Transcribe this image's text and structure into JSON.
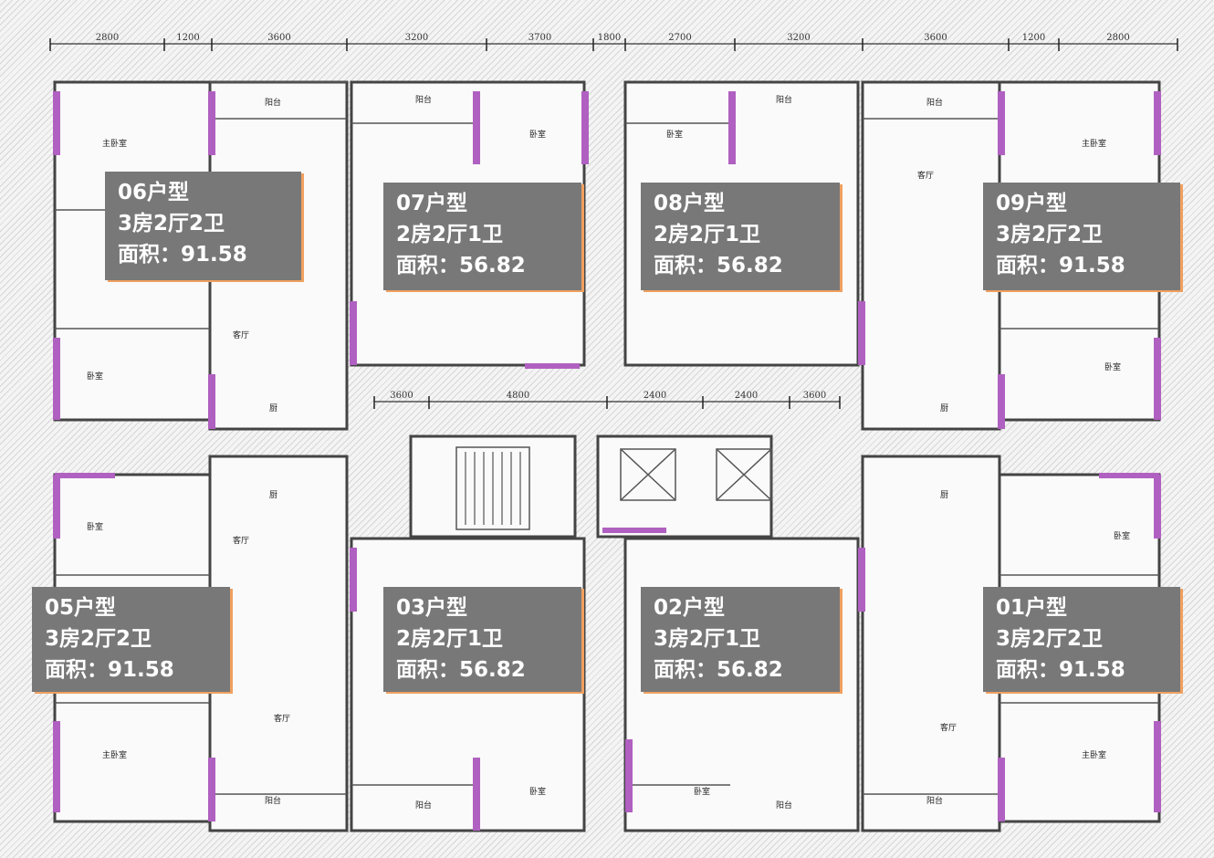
{
  "dimensions_top": [
    "2800",
    "1200",
    "3600",
    "3200",
    "3700",
    "1800",
    "2700",
    "3200",
    "3600",
    "1200",
    "2800"
  ],
  "dimensions_middle": [
    "3600",
    "4800",
    "2400",
    "2400",
    "3600"
  ],
  "room_labels": {
    "balcony": "阳台",
    "bedroom": "卧室",
    "master_bedroom": "主卧室",
    "living": "客厅",
    "kitchen": "厨"
  },
  "units": [
    {
      "name": "06户型",
      "layout": "3房2厅2卫",
      "area_label": "面积：",
      "area": "91.58"
    },
    {
      "name": "07户型",
      "layout": "2房2厅1卫",
      "area_label": "面积：",
      "area": "56.82"
    },
    {
      "name": "08户型",
      "layout": "2房2厅1卫",
      "area_label": "面积：",
      "area": "56.82"
    },
    {
      "name": "09户型",
      "layout": "3房2厅2卫",
      "area_label": "面积：",
      "area": "91.58"
    },
    {
      "name": "05户型",
      "layout": "3房2厅2卫",
      "area_label": "面积：",
      "area": "91.58"
    },
    {
      "name": "03户型",
      "layout": "2房2厅1卫",
      "area_label": "面积：",
      "area": "56.82"
    },
    {
      "name": "02户型",
      "layout": "3房2厅1卫",
      "area_label": "面积：",
      "area": "56.82"
    },
    {
      "name": "01户型",
      "layout": "3房2厅2卫",
      "area_label": "面积：",
      "area": "91.58"
    }
  ],
  "colors": {
    "label_bg": "#787878",
    "window": "#b060c0",
    "accent": "#f0a060"
  }
}
